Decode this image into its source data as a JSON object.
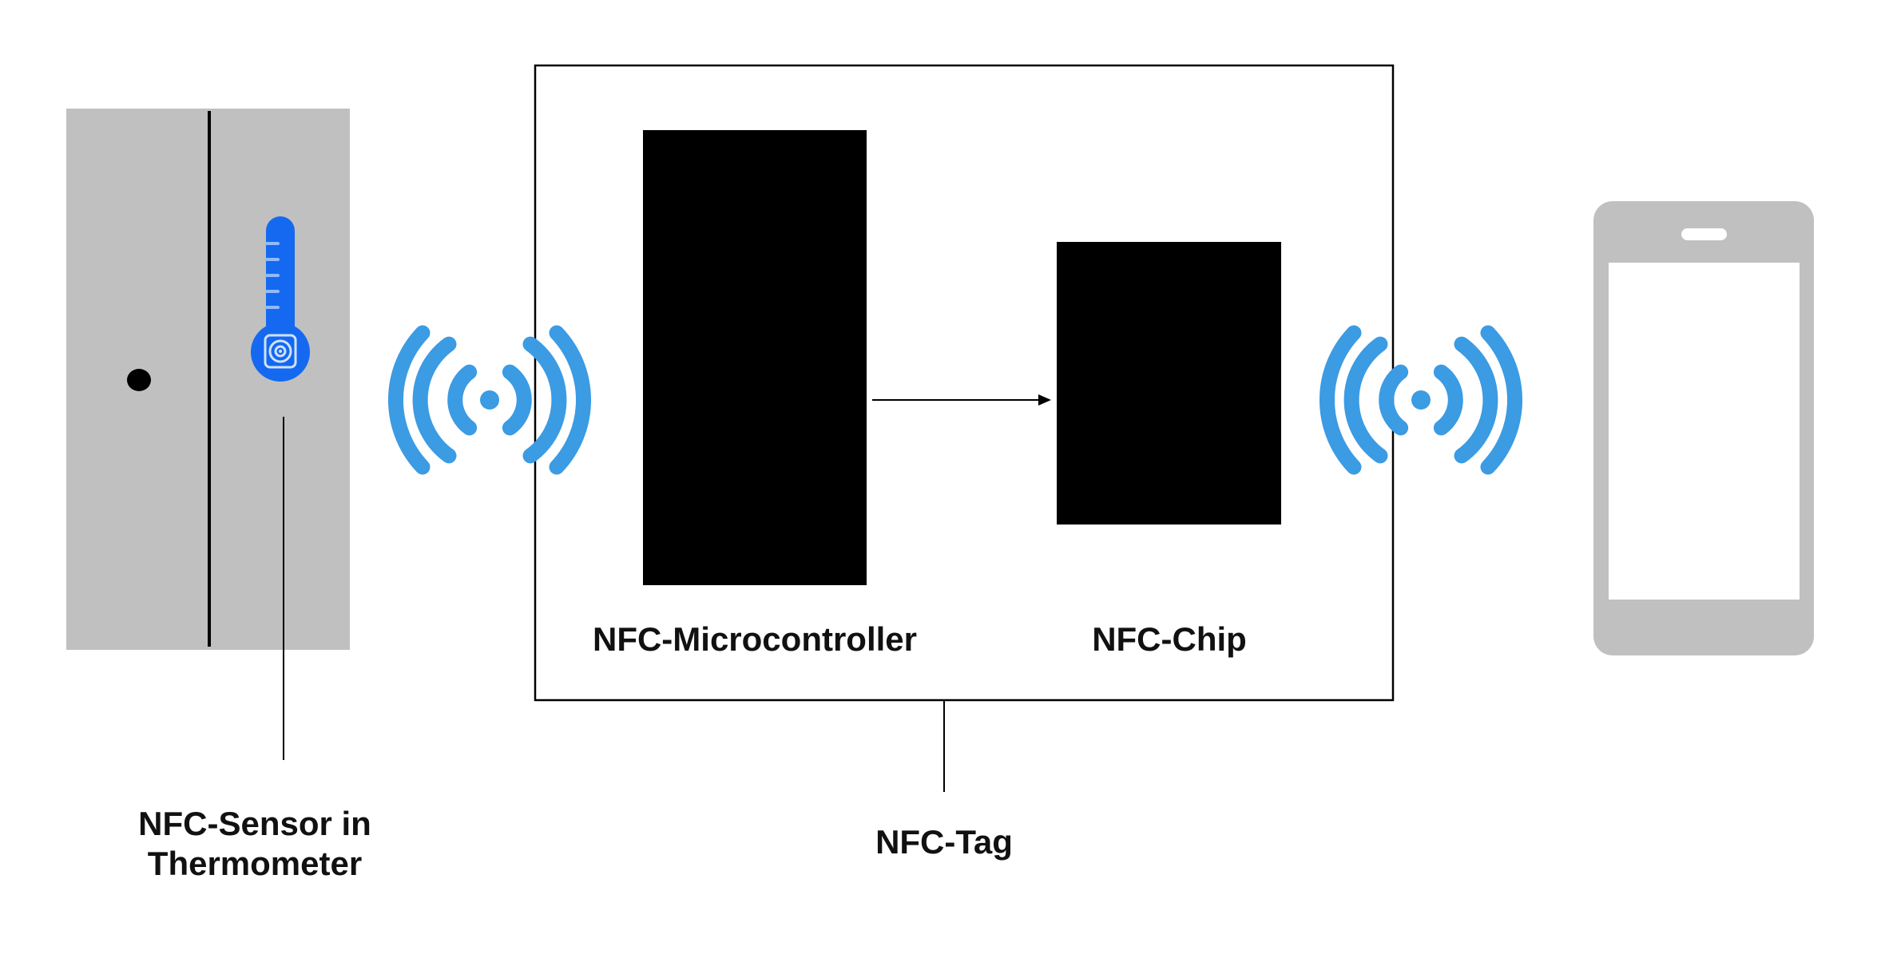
{
  "labels": {
    "sensor_line1": "NFC-Sensor in",
    "sensor_line2": "Thermometer",
    "microcontroller": "NFC-Microcontroller",
    "chip": "NFC-Chip",
    "tag": "NFC-Tag"
  },
  "colors": {
    "wave_blue": "#3B9BE3",
    "thermometer_blue": "#1469F0",
    "device_gray": "#C0C0C0",
    "component_black": "#000000",
    "line_black": "#000000"
  },
  "icons": {
    "thermometer": "thermometer-icon",
    "nfc_waves_left": "nfc-signal-icon",
    "nfc_waves_right": "nfc-signal-icon",
    "smartphone": "smartphone-icon"
  }
}
